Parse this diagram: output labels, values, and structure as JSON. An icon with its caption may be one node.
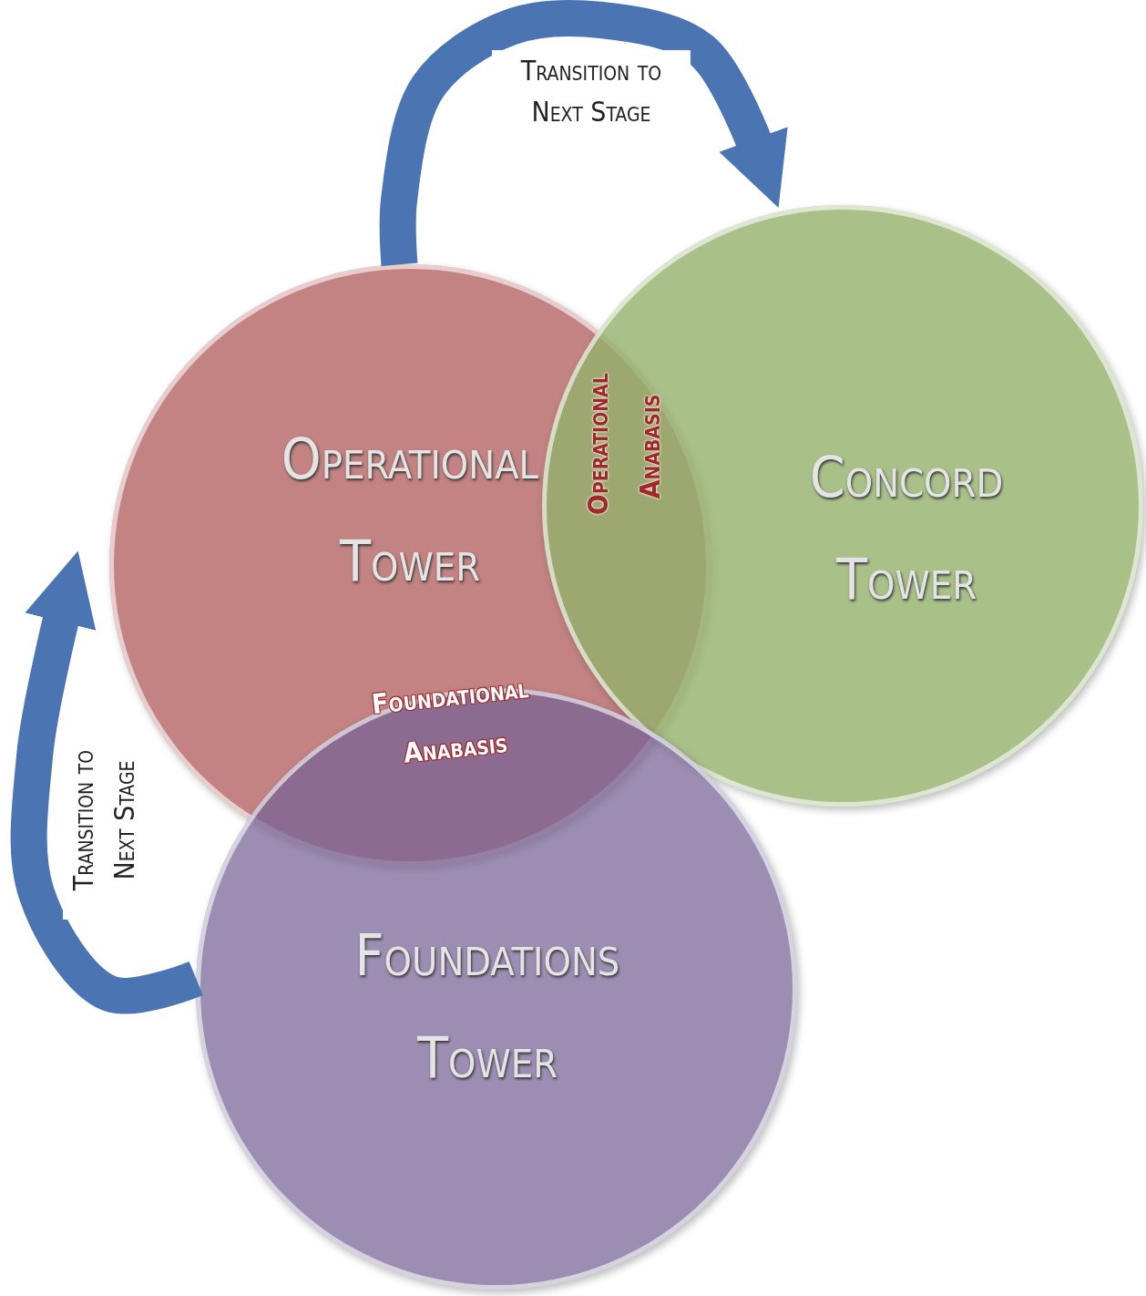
{
  "diagram": {
    "nodes": [
      {
        "text": [
          "Operational Tower"
        ]
      },
      {
        "text": [
          "Concord Tower"
        ]
      },
      {
        "text": [
          "Foundations Tower"
        ]
      }
    ],
    "edges": [
      {
        "from": 0,
        "to": 1,
        "arrow": "to",
        "label": "Transition to Next Stage"
      },
      {
        "from": 2,
        "to": 0,
        "arrow": "to",
        "label": "Transition to Next Stage"
      }
    ],
    "labels": [
      "Operational Anabasis",
      "Foundational Anabasis"
    ]
  }
}
